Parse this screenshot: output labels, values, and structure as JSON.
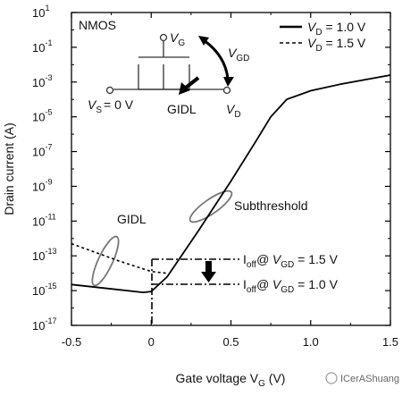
{
  "chart_data": {
    "type": "line",
    "xlabel": "Gate voltage V",
    "xlabel_sub": "G",
    "xlabel_unit": " (V)",
    "ylabel": "Drain current (A)",
    "xlim": [
      -0.5,
      1.5
    ],
    "ylim_log10": [
      -17,
      1
    ],
    "y_scale": "log",
    "x_ticks": [
      "-0.5",
      "0",
      "0.5",
      "1.0",
      "1.5"
    ],
    "x_tick_values": [
      -0.5,
      0,
      0.5,
      1.0,
      1.5
    ],
    "y_tick_exponents": [
      "1",
      "-1",
      "-3",
      "-5",
      "-7",
      "-9",
      "-11",
      "-13",
      "-15",
      "-17"
    ],
    "y_tick_base": "10",
    "grid": false,
    "legend_position": "top-right",
    "series": [
      {
        "name": "V_D = 1.0 V",
        "style": "solid",
        "x": [
          -0.5,
          -0.25,
          -0.05,
          0.0,
          0.1,
          0.3,
          0.5,
          0.65,
          0.75,
          0.85,
          1.0,
          1.2,
          1.5
        ],
        "log10y": [
          -14.65,
          -14.9,
          -15.1,
          -15.05,
          -14.2,
          -11.5,
          -8.7,
          -6.5,
          -5.0,
          -4.0,
          -3.5,
          -3.1,
          -2.6
        ]
      },
      {
        "name": "V_D = 1.5 V",
        "style": "dashed",
        "x": [
          -0.5,
          -0.2,
          0.0,
          0.1
        ],
        "log10y": [
          -12.3,
          -13.3,
          -13.9,
          -14.0
        ]
      }
    ],
    "annotations": {
      "nmos": "NMOS",
      "vg": "V",
      "vg_sub": "G",
      "vgd": "V",
      "vgd_sub": "GD",
      "vs": "V",
      "vs_sub": "S",
      "vs_tail": "= 0 V",
      "vd": "V",
      "vd_sub": "D",
      "gidl_arrow": "GIDL",
      "gidl_curve": "GIDL",
      "subthreshold": "Subthreshold",
      "ioff1": {
        "main": "I",
        "sub": "off",
        "mid": "@ V",
        "sub2": "GD",
        "tail": " = 1.5 V"
      },
      "ioff2": {
        "main": "I",
        "sub": "off",
        "mid": "@ V",
        "sub2": "GD",
        "tail": " = 1.0 V"
      },
      "legend1": {
        "v": "V",
        "sub": "D",
        "tail": " = 1.0 V"
      },
      "legend2": {
        "v": "V",
        "sub": "D",
        "tail": " = 1.5 V"
      },
      "watermark": "ICerAShuang"
    }
  }
}
